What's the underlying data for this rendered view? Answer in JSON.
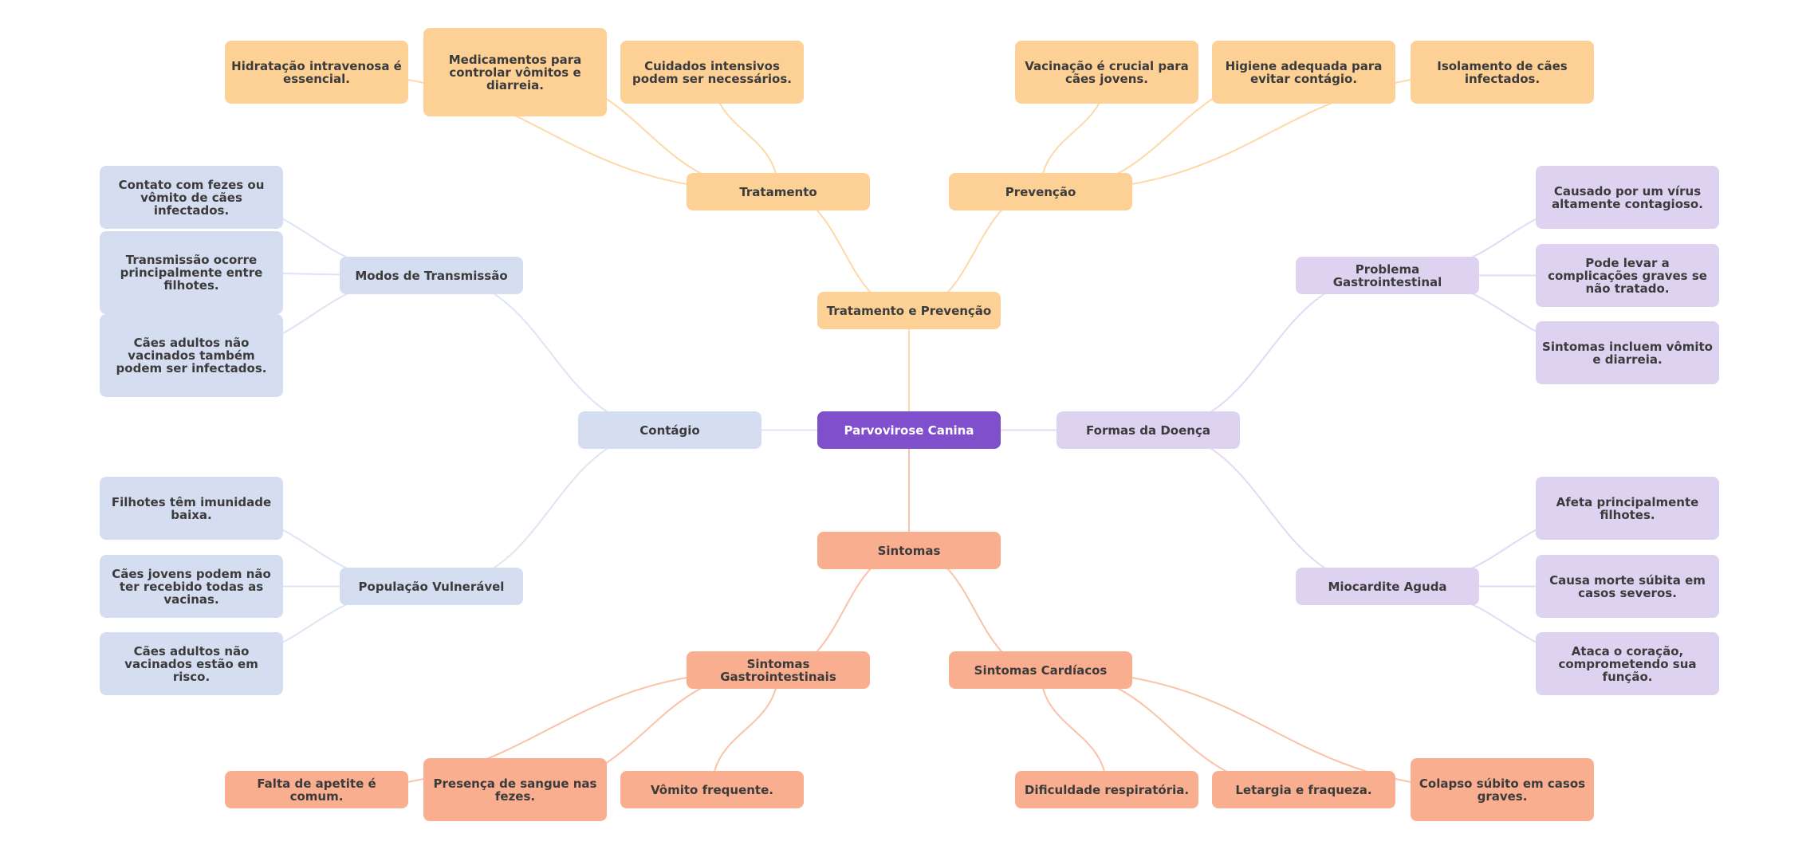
{
  "title": "Parvovirose Canina",
  "colors": {
    "root": "#7f4fcc",
    "treatment": "#fdd196",
    "treatment_edge": "#fdd9a8",
    "contagion": "#d5ddf1",
    "contagion_edge": "#dde4f4",
    "forms": "#ddd3f1",
    "forms_edge": "#e2d9f4",
    "symptoms": "#f9ae8f",
    "symptoms_edge": "#fac2a8",
    "text": "#3b3b3b"
  },
  "nodes": {
    "root": "Parvovirose Canina",
    "tp": "Tratamento e Prevenção",
    "trat": "Tratamento",
    "prev": "Prevenção",
    "trat1": "Hidratação intravenosa é essencial.",
    "trat2": "Medicamentos para controlar vômitos e diarreia.",
    "trat3": "Cuidados intensivos podem ser necessários.",
    "prev1": "Vacinação é crucial para cães jovens.",
    "prev2": "Higiene adequada para evitar contágio.",
    "prev3": "Isolamento de cães infectados.",
    "cont": "Contágio",
    "modos": "Modos de Transmissão",
    "modos1": "Contato com fezes ou vômito de cães infectados.",
    "modos2": "Transmissão ocorre principalmente entre filhotes.",
    "modos3": "Cães adultos não vacinados também podem ser infectados.",
    "pop": "População Vulnerável",
    "pop1": "Filhotes têm imunidade baixa.",
    "pop2": "Cães jovens podem não ter recebido todas as vacinas.",
    "pop3": "Cães adultos não vacinados estão em risco.",
    "formas": "Formas da Doença",
    "gastro": "Problema Gastrointestinal",
    "gastro1": "Causado por um vírus altamente contagioso.",
    "gastro2": "Pode levar a complicações graves se não tratado.",
    "gastro3": "Sintomas incluem vômito e diarreia.",
    "mio": "Miocardite Aguda",
    "mio1": "Afeta principalmente filhotes.",
    "mio2": "Causa morte súbita em casos severos.",
    "mio3": "Ataca o coração, comprometendo sua função.",
    "sint": "Sintomas",
    "sgi": "Sintomas Gastrointestinais",
    "sgi1": "Falta de apetite é comum.",
    "sgi2": "Presença de sangue nas fezes.",
    "sgi3": "Vômito frequente.",
    "scard": "Sintomas Cardíacos",
    "scard1": "Dificuldade respiratória.",
    "scard2": "Letargia e fraqueza.",
    "scard3": "Colapso súbito em casos graves."
  },
  "edges": [
    [
      "root",
      "tp"
    ],
    [
      "tp",
      "trat"
    ],
    [
      "tp",
      "prev"
    ],
    [
      "trat",
      "trat1"
    ],
    [
      "trat",
      "trat2"
    ],
    [
      "trat",
      "trat3"
    ],
    [
      "prev",
      "prev1"
    ],
    [
      "prev",
      "prev2"
    ],
    [
      "prev",
      "prev3"
    ],
    [
      "root",
      "cont"
    ],
    [
      "cont",
      "modos"
    ],
    [
      "cont",
      "pop"
    ],
    [
      "modos",
      "modos1"
    ],
    [
      "modos",
      "modos2"
    ],
    [
      "modos",
      "modos3"
    ],
    [
      "pop",
      "pop1"
    ],
    [
      "pop",
      "pop2"
    ],
    [
      "pop",
      "pop3"
    ],
    [
      "root",
      "formas"
    ],
    [
      "formas",
      "gastro"
    ],
    [
      "formas",
      "mio"
    ],
    [
      "gastro",
      "gastro1"
    ],
    [
      "gastro",
      "gastro2"
    ],
    [
      "gastro",
      "gastro3"
    ],
    [
      "mio",
      "mio1"
    ],
    [
      "mio",
      "mio2"
    ],
    [
      "mio",
      "mio3"
    ],
    [
      "root",
      "sint"
    ],
    [
      "sint",
      "sgi"
    ],
    [
      "sint",
      "scard"
    ],
    [
      "sgi",
      "sgi1"
    ],
    [
      "sgi",
      "sgi2"
    ],
    [
      "sgi",
      "sgi3"
    ],
    [
      "scard",
      "scard1"
    ],
    [
      "scard",
      "scard2"
    ],
    [
      "scard",
      "scard3"
    ]
  ],
  "branches": {
    "treatment": [
      "tp",
      "trat",
      "prev",
      "trat1",
      "trat2",
      "trat3",
      "prev1",
      "prev2",
      "prev3"
    ],
    "contagion": [
      "cont",
      "modos",
      "pop",
      "modos1",
      "modos2",
      "modos3",
      "pop1",
      "pop2",
      "pop3"
    ],
    "forms": [
      "formas",
      "gastro",
      "mio",
      "gastro1",
      "gastro2",
      "gastro3",
      "mio1",
      "mio2",
      "mio3"
    ],
    "symptoms": [
      "sint",
      "sgi",
      "scard",
      "sgi1",
      "sgi2",
      "sgi3",
      "scard1",
      "scard2",
      "scard3"
    ]
  }
}
